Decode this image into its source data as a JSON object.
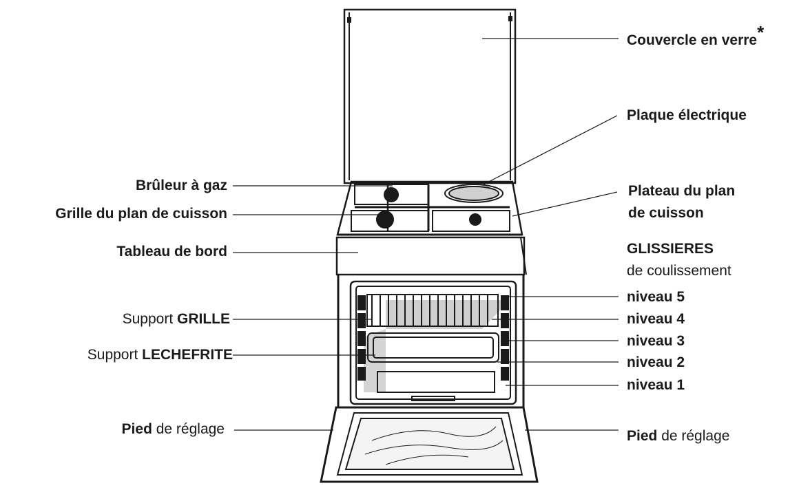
{
  "labels": {
    "couvercle": {
      "main": "Couvercle en verre",
      "star": "*"
    },
    "plaque": "Plaque électrique",
    "bruleur": "Brûleur à gaz",
    "grille_plan": "Grille du plan de cuisson",
    "plateau_line1": "Plateau du plan",
    "plateau_line2": "de cuisson",
    "tableau": "Tableau de bord",
    "glissieres_title": "GLISSIERES",
    "glissieres_sub": "de coulissement",
    "niveau5": "niveau 5",
    "niveau4": "niveau 4",
    "niveau3": "niveau 3",
    "niveau2": "niveau 2",
    "niveau1": "niveau 1",
    "support_grille": {
      "prefix": "Support ",
      "bold": "GRILLE"
    },
    "support_lechefrite": {
      "prefix": "Support ",
      "bold": "LECHEFRITE"
    },
    "pied_left": {
      "bold": "Pied",
      "rest": " de réglage"
    },
    "pied_right": {
      "bold": "Pied",
      "rest": " de réglage"
    }
  },
  "colors": {
    "ink": "#1a1a1a",
    "shadow": "#c8c8c8"
  }
}
